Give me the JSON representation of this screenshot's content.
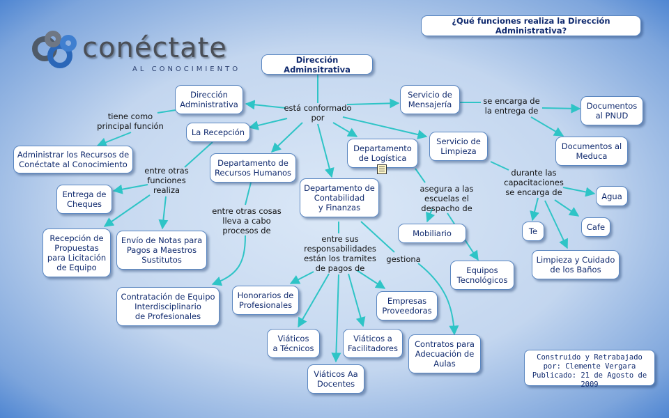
{
  "question": "¿Qué funciones realiza la Dirección Administrativa?",
  "logo": {
    "word": "conéctate",
    "subtitle": "AL CONOCIMIENTO"
  },
  "credit": {
    "line1": "Construido y Retrabajado",
    "line2": "por: Clemente Vergara",
    "line3": "Publicado: 21 de Agosto de 2009"
  },
  "colors": {
    "connector": "#2ec4c6",
    "node_text": "#102a6e",
    "background": "#c3d6ef"
  },
  "concepts": {
    "root": "Dirección Adminsitrativa",
    "dir_admin": "Dirección\nAdministrativa",
    "recursos": "Administrar los Recursos de\nConéctate al Conocimiento",
    "recepcion": "La Recepción",
    "cheques": "Entrega de\nCheques",
    "propuestas": "Recepción de\nPropuestas\npara Licitación\nde Equipo",
    "notas": "Envío de Notas para\nPagos a Maestros\nSustitutos",
    "rrhh": "Departamento de\nRecursos Humanos",
    "contratacion": "Contratación de Equipo\nInterdisciplinario\nde Profesionales",
    "contabilidad": "Departamento de\nContabilidad\ny Finanzas",
    "honorarios": "Honorarios de\nProfesionales",
    "viaticos_tecnicos": "Viáticos\na Técnicos",
    "viaticos_docentes": "Viáticos Aa\nDocentes",
    "viaticos_facilitadores": "Viáticos a\nFacilitadores",
    "empresas": "Empresas\nProveedoras",
    "contratos": "Contratos para\nAdecuación de\nAulas",
    "logistica": "Departamento\nde Logística",
    "mobiliario": "Mobiliario",
    "equipos": "Equipos\nTecnológicos",
    "mensajeria": "Servicio de\nMensajería",
    "pnud": "Documentos\nal PNUD",
    "meduca": "Documentos al\nMeduca",
    "limpieza": "Servicio de\nLimpieza",
    "agua": "Agua",
    "te": "Te",
    "cafe": "Cafe",
    "banos": "Limpieza y Cuidado\nde los Baños"
  },
  "linking_phrases": {
    "conformado": "está conformado\npor",
    "tiene": "tiene como\nprincipal función",
    "entre_otras": "entre otras\nfunciones\nrealiza",
    "entre_cosas": "entre otras cosas\nlleva a cabo\nprocesos de",
    "entre_sus": "entre sus\nresponsabilidades\nestán los tramites\nde pagos de",
    "gestiona": "gestiona",
    "asegura": "asegura a las\nescuelas el\ndespacho de",
    "encarga": "se encarga de\nla entrega de",
    "durante": "durante las\ncapacitaciones\nse encarga de"
  }
}
